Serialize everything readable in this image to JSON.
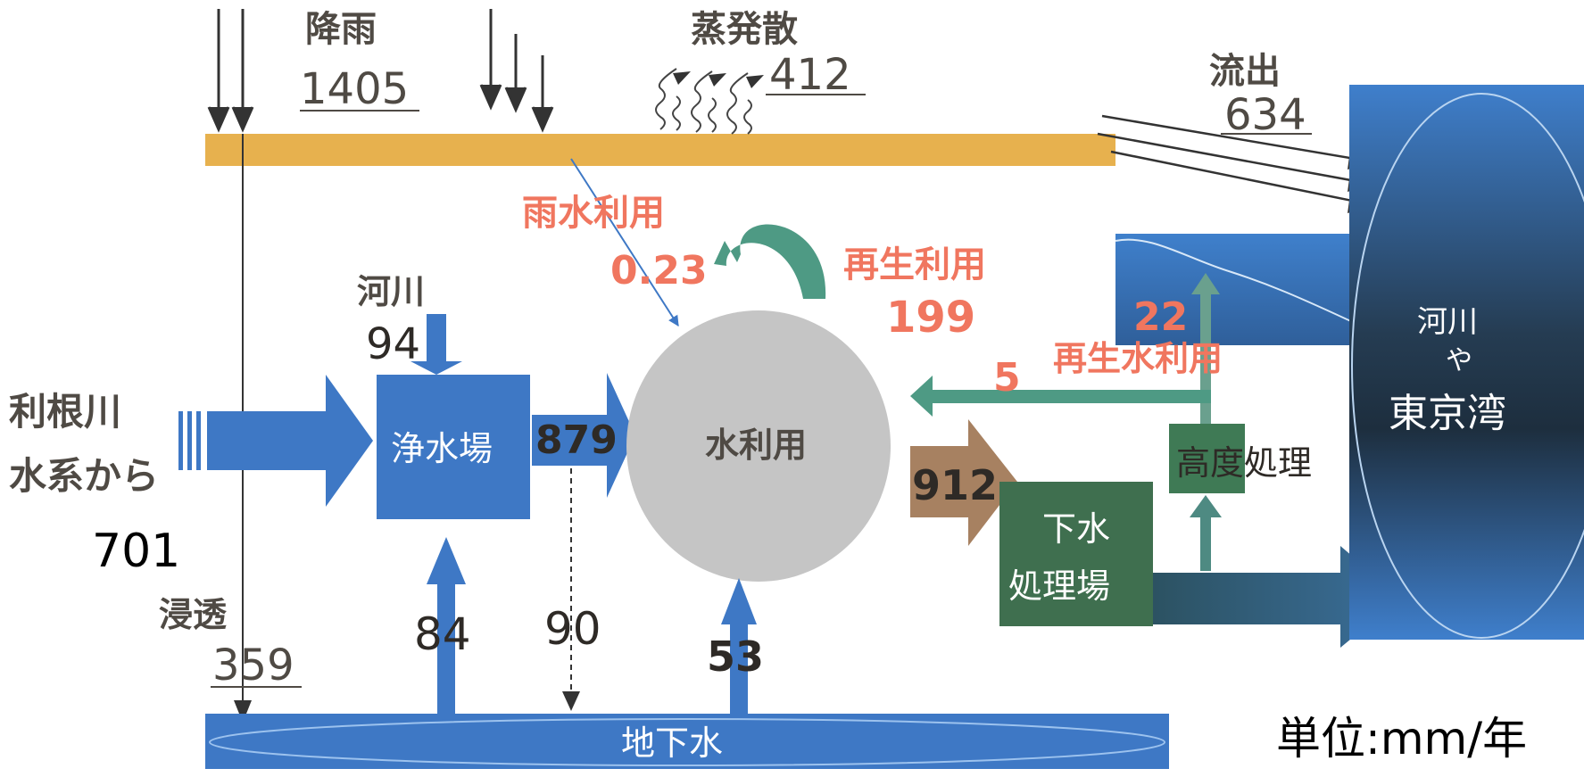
{
  "rain": {
    "label": "降雨",
    "value": "1405"
  },
  "evapotranspiration": {
    "label": "蒸発散",
    "value": "412"
  },
  "runoff": {
    "label": "流出",
    "value": "634"
  },
  "infiltration": {
    "label": "浸透",
    "value": "359"
  },
  "rainwater_use": {
    "label": "雨水利用",
    "value": "0.23"
  },
  "recycled_use": {
    "label": "再生利用",
    "value": "199"
  },
  "river_intake": {
    "label": "河川",
    "value": "94"
  },
  "tone_river": {
    "label_line1": "利根川",
    "label_line2": "水系から",
    "value": "701"
  },
  "purification_plant": {
    "label": "浄水場",
    "value": "879"
  },
  "water_use": {
    "label": "水利用"
  },
  "to_sewage": {
    "value": "912"
  },
  "sewage_plant": {
    "label_line1": "下水",
    "label_line2": "処理場"
  },
  "advanced_treatment": {
    "label": "高度処理",
    "value": "22"
  },
  "reclaimed_water": {
    "label": "再生水利用",
    "value": "5"
  },
  "river_bay": {
    "line1": "河川",
    "line2": "や",
    "line3": "東京湾"
  },
  "groundwater": {
    "label": "地下水",
    "to_plant": "84",
    "from_leak": "90",
    "to_use": "53"
  },
  "unit": {
    "label": "単位:mm/年"
  },
  "colors": {
    "surface": "#e7b14e",
    "blue": "#3e78c5",
    "gray_circle": "#c5c5c5",
    "green": "#3f7a55",
    "teal": "#4e9a84",
    "brown": "#a78161",
    "red_text": "#f0765f"
  }
}
